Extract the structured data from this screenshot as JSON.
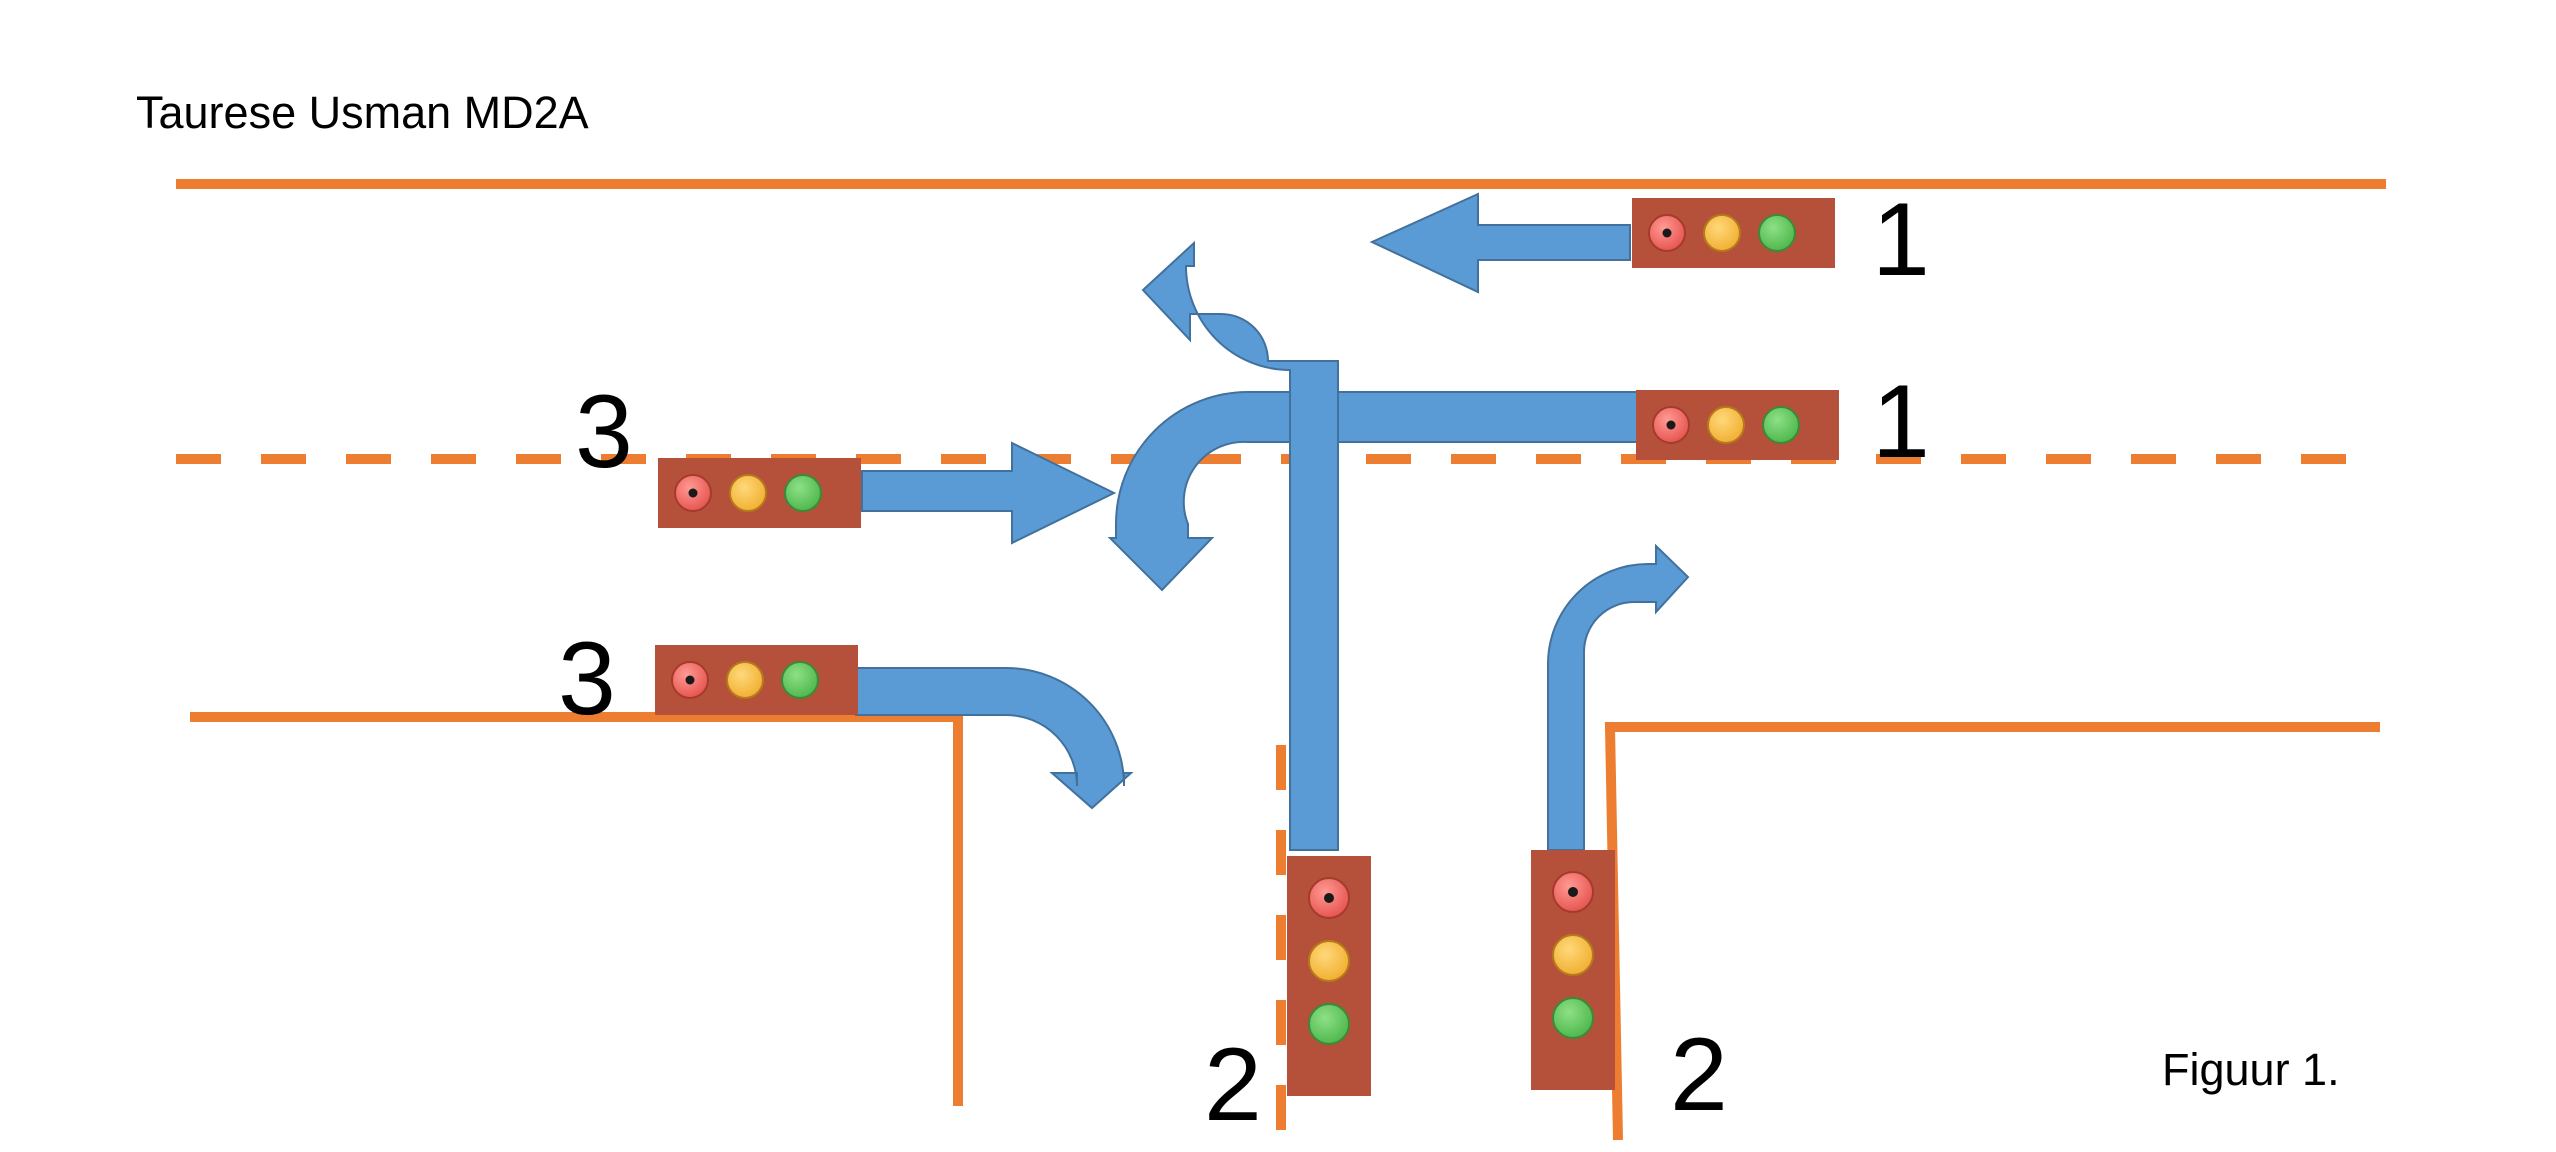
{
  "author_label": "Taurese Usman MD2A",
  "figure_label": "Figuur 1.",
  "signal_numbers": {
    "top_right_upper": "1",
    "top_right_lower": "1",
    "left_upper": "3",
    "left_lower": "3",
    "bottom_left": "2",
    "bottom_right": "2"
  },
  "colors": {
    "road_line": "#ED7D31",
    "arrow_fill": "#5B9BD5",
    "arrow_stroke": "#41719C",
    "signal_housing": "#B5513A",
    "light_red": "#F0605D",
    "light_amber": "#F5B93E",
    "light_green": "#5DC25A"
  },
  "icons": [
    "traffic-light-icon",
    "arrow-icon"
  ]
}
